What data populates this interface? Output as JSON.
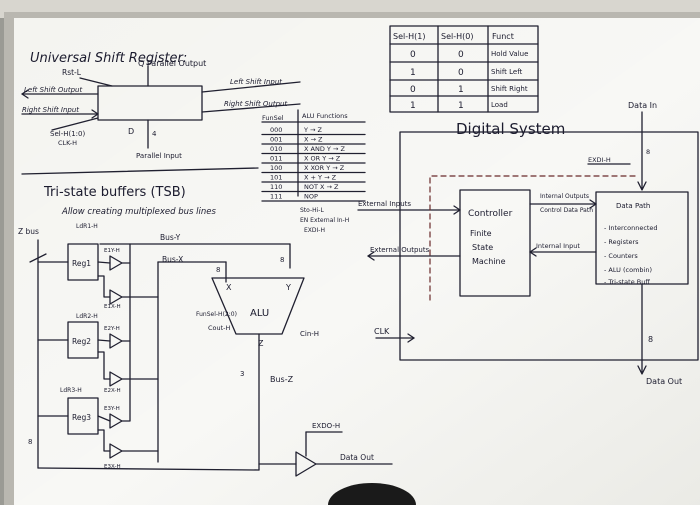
{
  "shift_register": {
    "title": "Universal Shift Register:",
    "parallel_output": "Q Parallel Output",
    "left_shift_input": "Left Shift Input",
    "right_shift_output": "Right Shift Output",
    "left_shift_output": "Left Shift Output",
    "right_shift_input": "Right Shift Input",
    "reset": "Rst-L",
    "select": "Sel-H(1:0)",
    "clock": "CLK-H",
    "d_label": "D",
    "width_4": "4",
    "parallel_input": "Parallel Input"
  },
  "select_table": {
    "headers": [
      "Sel-H(1)",
      "Sel-H(0)",
      "Funct"
    ],
    "rows": [
      [
        "0",
        "0",
        "Hold Value"
      ],
      [
        "1",
        "0",
        "Shift Left"
      ],
      [
        "0",
        "1",
        "Shift Right"
      ],
      [
        "1",
        "1",
        "Load"
      ]
    ]
  },
  "alu_table": {
    "header_sel": "FunSel",
    "header_fn": "ALU Functions",
    "rows": [
      [
        "000",
        "Y → Z"
      ],
      [
        "001",
        "X → Z"
      ],
      [
        "010",
        "X AND Y → Z"
      ],
      [
        "011",
        "X OR Y → Z"
      ],
      [
        "100",
        "X XOR Y → Z"
      ],
      [
        "101",
        "X + Y → Z"
      ],
      [
        "110",
        "NOT X → Z"
      ],
      [
        "111",
        "NOP"
      ]
    ],
    "extra1": "Sto-Hi-L",
    "extra2": "EN External In-H",
    "extra3": "EXDI-H"
  },
  "tsb": {
    "title": "Tri-state buffers (TSB)",
    "subtitle": "Allow creating multiplexed bus lines"
  },
  "datapath": {
    "zbus": "Z bus",
    "bus_y": "Bus-Y",
    "bus_x": "Bus-X",
    "bus_z": "Bus-Z",
    "ld_r1": "LdR1-H",
    "ld_r2": "LdR2-H",
    "ld_r3": "LdR3-H",
    "reg1": "Reg1",
    "reg2": "Reg2",
    "reg3": "Reg3",
    "e1y": "E1Y-H",
    "e1x": "E1X-H",
    "e2y": "E2Y-H",
    "e2x": "E2X-H",
    "e3y": "E3Y-H",
    "e3x": "E3X-H",
    "alu": "ALU",
    "alu_x": "X",
    "alu_y": "Y",
    "alu_z": "Z",
    "funsel": "FunSel-H(2:0)",
    "cout": "Cout-H",
    "cin": "Cin-H",
    "exdo": "EXDO-H",
    "data_out_local": "Data Out",
    "w8a": "8",
    "w8b": "8",
    "w8c": "8",
    "w3": "3"
  },
  "digital_system": {
    "title": "Digital System",
    "data_in": "Data In",
    "exdi": "EXDI-H",
    "controller": "Controller",
    "fsm1": "Finite",
    "fsm2": "State",
    "fsm3": "Machine",
    "data_path": "Data Path",
    "dp_items": [
      "- Interconnected",
      "- Registers",
      "- Counters",
      "- ALU (combin)",
      "- Tri-state Buff"
    ],
    "external_inputs": "External Inputs",
    "external_outputs": "External Outputs",
    "internal_outputs": "Internal Outputs",
    "control_datapath": "Control Data Path",
    "internal_input": "Internal Input",
    "clk": "CLK",
    "data_out": "Data Out",
    "w8in": "8",
    "w8out": "8"
  }
}
